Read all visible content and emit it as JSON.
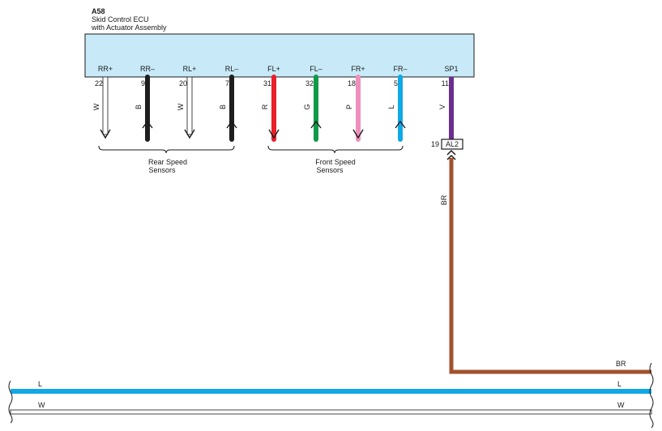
{
  "component": {
    "id": "A58",
    "name_line1": "Skid Control ECU",
    "name_line2": "with Actuator Assembly",
    "box_fill": "#c8eaf8"
  },
  "terminals": [
    {
      "signal": "RR+",
      "pin": "22",
      "wire": "W",
      "color": "#ffffff",
      "direction": "down"
    },
    {
      "signal": "RR–",
      "pin": "9",
      "wire": "B",
      "color": "#1e1e1e",
      "direction": "up"
    },
    {
      "signal": "RL+",
      "pin": "20",
      "wire": "W",
      "color": "#ffffff",
      "direction": "down"
    },
    {
      "signal": "RL–",
      "pin": "7",
      "wire": "B",
      "color": "#1e1e1e",
      "direction": "up"
    },
    {
      "signal": "FL+",
      "pin": "31",
      "wire": "R",
      "color": "#e8202a",
      "direction": "down"
    },
    {
      "signal": "FL–",
      "pin": "32",
      "wire": "G",
      "color": "#0e9a48",
      "direction": "up"
    },
    {
      "signal": "FR+",
      "pin": "18",
      "wire": "P",
      "color": "#ef8fbd",
      "direction": "down"
    },
    {
      "signal": "FR–",
      "pin": "5",
      "wire": "L",
      "color": "#11a8e6",
      "direction": "up"
    },
    {
      "signal": "SP1",
      "pin": "11",
      "wire": "V",
      "color": "#6b2d8f",
      "direction": "none"
    }
  ],
  "groups": {
    "rear": {
      "line1": "Rear Speed",
      "line2": "Sensors"
    },
    "front": {
      "line1": "Front Speed",
      "line2": "Sensors"
    }
  },
  "connector": {
    "pin": "19",
    "id": "AL2"
  },
  "sp1_down_wire": {
    "code": "BR",
    "color": "#a0522d"
  },
  "horizontal_wires": [
    {
      "code_left": "",
      "code_right": "BR",
      "color": "#a0522d"
    },
    {
      "code_left": "L",
      "code_right": "L",
      "color": "#11a8e6"
    },
    {
      "code_left": "W",
      "code_right": "W",
      "color": "#ffffff"
    }
  ]
}
